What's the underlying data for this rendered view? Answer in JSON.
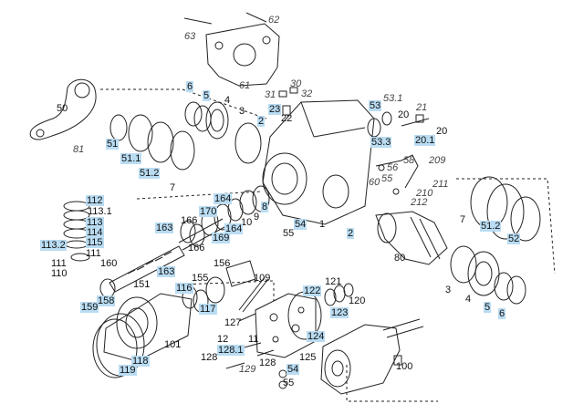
{
  "colors": {
    "highlight": "#b9dcf2",
    "line": "#222222",
    "text": "#111111"
  },
  "callouts": [
    {
      "text": "63",
      "style": "italic"
    },
    {
      "text": "62",
      "style": "italic"
    },
    {
      "text": "61",
      "style": "italic"
    },
    {
      "text": "50",
      "style": "plain"
    },
    {
      "text": "81",
      "style": "italic"
    },
    {
      "text": "51",
      "style": "highlight"
    },
    {
      "text": "51.1",
      "style": "highlight"
    },
    {
      "text": "51.2",
      "style": "highlight"
    },
    {
      "text": "6",
      "style": "highlight"
    },
    {
      "text": "5",
      "style": "highlight"
    },
    {
      "text": "4",
      "style": "plain"
    },
    {
      "text": "3",
      "style": "plain"
    },
    {
      "text": "7",
      "style": "plain"
    },
    {
      "text": "2",
      "style": "highlight"
    },
    {
      "text": "30",
      "style": "italic"
    },
    {
      "text": "31",
      "style": "italic"
    },
    {
      "text": "32",
      "style": "italic"
    },
    {
      "text": "23",
      "style": "highlight"
    },
    {
      "text": "22",
      "style": "plain"
    },
    {
      "text": "53",
      "style": "highlight"
    },
    {
      "text": "53.1",
      "style": "italic"
    },
    {
      "text": "21",
      "style": "italic"
    },
    {
      "text": "20",
      "style": "plain"
    },
    {
      "text": "53.3",
      "style": "highlight"
    },
    {
      "text": "20.1",
      "style": "highlight"
    },
    {
      "text": "20",
      "style": "plain"
    },
    {
      "text": "209",
      "style": "italic"
    },
    {
      "text": "58",
      "style": "italic"
    },
    {
      "text": "56",
      "style": "italic"
    },
    {
      "text": "55",
      "style": "italic"
    },
    {
      "text": "60",
      "style": "italic"
    },
    {
      "text": "211",
      "style": "italic"
    },
    {
      "text": "210",
      "style": "italic"
    },
    {
      "text": "212",
      "style": "italic"
    },
    {
      "text": "1",
      "style": "plain"
    },
    {
      "text": "164",
      "style": "highlight"
    },
    {
      "text": "170",
      "style": "highlight"
    },
    {
      "text": "9",
      "style": "plain"
    },
    {
      "text": "8",
      "style": "highlight"
    },
    {
      "text": "10",
      "style": "plain"
    },
    {
      "text": "164",
      "style": "highlight"
    },
    {
      "text": "169",
      "style": "highlight"
    },
    {
      "text": "166",
      "style": "plain"
    },
    {
      "text": "163",
      "style": "highlight"
    },
    {
      "text": "166",
      "style": "plain"
    },
    {
      "text": "54",
      "style": "highlight"
    },
    {
      "text": "55",
      "style": "plain"
    },
    {
      "text": "2",
      "style": "highlight"
    },
    {
      "text": "112",
      "style": "highlight"
    },
    {
      "text": "113.1",
      "style": "plain"
    },
    {
      "text": "113",
      "style": "highlight"
    },
    {
      "text": "114",
      "style": "highlight"
    },
    {
      "text": "115",
      "style": "highlight"
    },
    {
      "text": "113.2",
      "style": "highlight"
    },
    {
      "text": "111",
      "style": "plain"
    },
    {
      "text": "111",
      "style": "plain"
    },
    {
      "text": "110",
      "style": "plain"
    },
    {
      "text": "160",
      "style": "plain"
    },
    {
      "text": "163",
      "style": "highlight"
    },
    {
      "text": "151",
      "style": "plain"
    },
    {
      "text": "158",
      "style": "highlight"
    },
    {
      "text": "159",
      "style": "highlight"
    },
    {
      "text": "156",
      "style": "plain"
    },
    {
      "text": "155",
      "style": "plain"
    },
    {
      "text": "109",
      "style": "plain"
    },
    {
      "text": "116",
      "style": "highlight"
    },
    {
      "text": "117",
      "style": "highlight"
    },
    {
      "text": "122",
      "style": "highlight"
    },
    {
      "text": "121",
      "style": "plain"
    },
    {
      "text": "120",
      "style": "plain"
    },
    {
      "text": "123",
      "style": "highlight"
    },
    {
      "text": "127",
      "style": "plain"
    },
    {
      "text": "12",
      "style": "plain"
    },
    {
      "text": "11",
      "style": "plain"
    },
    {
      "text": "128.1",
      "style": "highlight"
    },
    {
      "text": "124",
      "style": "highlight"
    },
    {
      "text": "101",
      "style": "plain"
    },
    {
      "text": "128",
      "style": "plain"
    },
    {
      "text": "129",
      "style": "italic"
    },
    {
      "text": "128",
      "style": "plain"
    },
    {
      "text": "125",
      "style": "plain"
    },
    {
      "text": "54",
      "style": "highlight"
    },
    {
      "text": "55",
      "style": "plain"
    },
    {
      "text": "118",
      "style": "highlight"
    },
    {
      "text": "119",
      "style": "highlight"
    },
    {
      "text": "100",
      "style": "plain"
    },
    {
      "text": "80",
      "style": "plain"
    },
    {
      "text": "7",
      "style": "plain"
    },
    {
      "text": "51.2",
      "style": "highlight"
    },
    {
      "text": "52",
      "style": "highlight"
    },
    {
      "text": "3",
      "style": "plain"
    },
    {
      "text": "4",
      "style": "plain"
    },
    {
      "text": "5",
      "style": "highlight"
    },
    {
      "text": "6",
      "style": "highlight"
    }
  ]
}
